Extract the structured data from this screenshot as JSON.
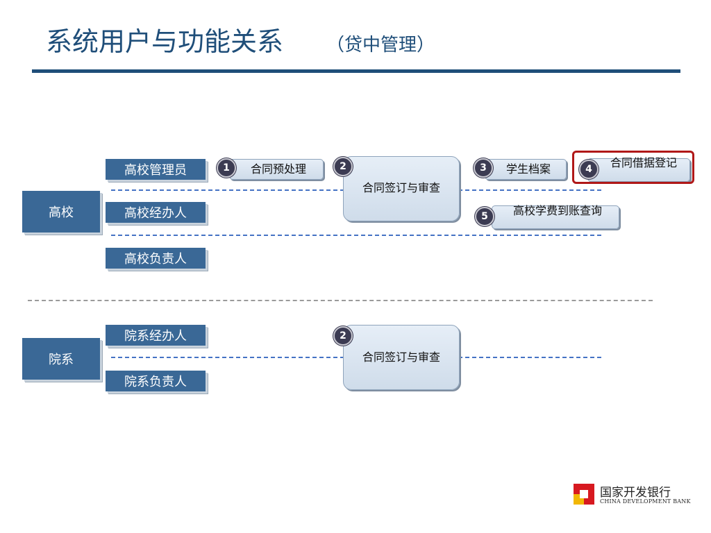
{
  "header": {
    "title": "系统用户与功能关系",
    "subtitle": "（贷中管理）"
  },
  "groups": {
    "university": "高校",
    "department": "院系"
  },
  "roles": {
    "uni_admin": "高校管理员",
    "uni_handler": "高校经办人",
    "uni_head": "高校负责人",
    "dept_handler": "院系经办人",
    "dept_head": "院系负责人"
  },
  "functions": {
    "f1": {
      "num": "1",
      "label": "合同预处理"
    },
    "f2": {
      "num": "2",
      "label": "合同签订与审查"
    },
    "f3": {
      "num": "3",
      "label": "学生档案"
    },
    "f4": {
      "num": "4",
      "label": "合同借据登记"
    },
    "f5": {
      "num": "5",
      "label": "高校学费到账查询"
    },
    "f2_dept": {
      "num": "2",
      "label": "合同签订与审查"
    }
  },
  "highlight": {
    "color": "#b01818",
    "target": "f4"
  },
  "colors": {
    "primary": "#1f4e79",
    "role_box": "#3a6896",
    "dash": "#4472c4",
    "badge": "#3b3b52"
  },
  "logo": {
    "icon": "bank-logo-icon",
    "name_cn": "国家开发银行",
    "name_en": "CHINA DEVELOPMENT BANK"
  }
}
